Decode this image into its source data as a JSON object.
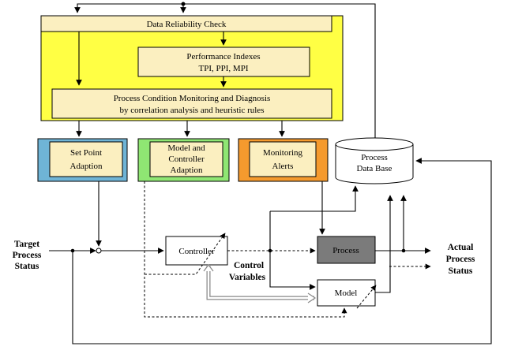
{
  "blocks": {
    "data_reliability": "Data Reliability Check",
    "performance_1": "Performance Indexes",
    "performance_2": "TPI, PPI, MPI",
    "monitoring_1": "Process Condition Monitoring and Diagnosis",
    "monitoring_2": "by correlation analysis and heuristic rules",
    "setpoint_1": "Set Point",
    "setpoint_2": "Adaption",
    "model_ctrl_1": "Model and",
    "model_ctrl_2": "Controller",
    "model_ctrl_3": "Adaption",
    "alerts_1": "Monitoring",
    "alerts_2": "Alerts",
    "database_1": "Process",
    "database_2": "Data Base",
    "controller": "Controller",
    "process": "Process",
    "model": "Model"
  },
  "labels": {
    "target_1": "Target",
    "target_2": "Process",
    "target_3": "Status",
    "control_1": "Control",
    "control_2": "Variables",
    "actual_1": "Actual",
    "actual_2": "Process",
    "actual_3": "Status"
  },
  "colors": {
    "yellow_panel": "#ffff44",
    "cream_box": "#fbefc0",
    "setpoint_bg": "#6fb4d6",
    "model_bg": "#8fe673",
    "alerts_bg": "#f59a2e",
    "process_fill": "#7b7b7b"
  }
}
